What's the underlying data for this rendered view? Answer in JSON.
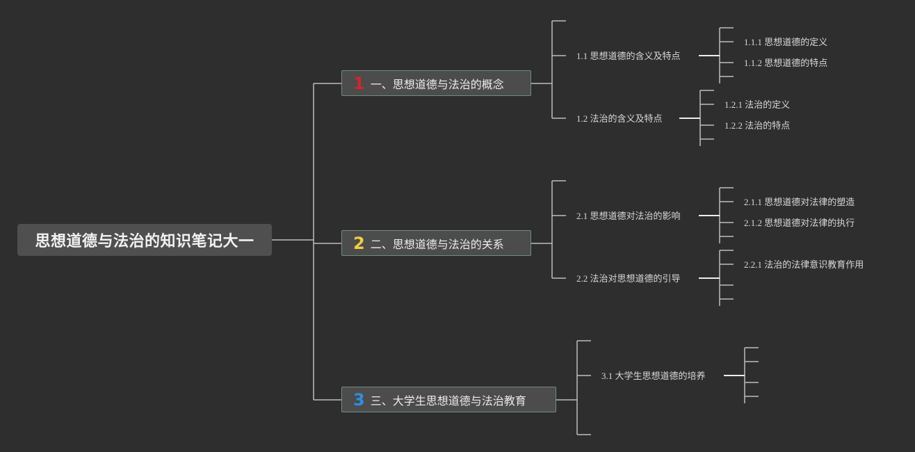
{
  "root": {
    "title": "思想道德与法治的知识笔记大一"
  },
  "branches": [
    {
      "num": "1",
      "num_color": "#d2252f",
      "label": "一、思想道德与法治的概念",
      "subs": [
        {
          "label": "1.1 思想道德的含义及特点",
          "leaves": [
            "1.1.1 思想道德的定义",
            "1.1.2 思想道德的特点"
          ]
        },
        {
          "label": "1.2 法治的含义及特点",
          "leaves": [
            "1.2.1 法治的定义",
            "1.2.2 法治的特点"
          ]
        }
      ]
    },
    {
      "num": "2",
      "num_color": "#f0cf3a",
      "label": "二、思想道德与法治的关系",
      "subs": [
        {
          "label": "2.1 思想道德对法治的影响",
          "leaves": [
            "2.1.1 思想道德对法律的塑造",
            "2.1.2 思想道德对法律的执行"
          ]
        },
        {
          "label": "2.2 法治对思想道德的引导",
          "leaves": [
            "2.2.1 法治的法律意识教育作用"
          ]
        }
      ]
    },
    {
      "num": "3",
      "num_color": "#2f8ee0",
      "label": "三、大学生思想道德与法治教育",
      "subs": [
        {
          "label": "3.1 大学生思想道德的培养",
          "leaves": []
        }
      ]
    }
  ],
  "colors": {
    "background": "#2e2e2e",
    "connector": "#bdbdbd",
    "node_border": "#6f8f7f"
  }
}
